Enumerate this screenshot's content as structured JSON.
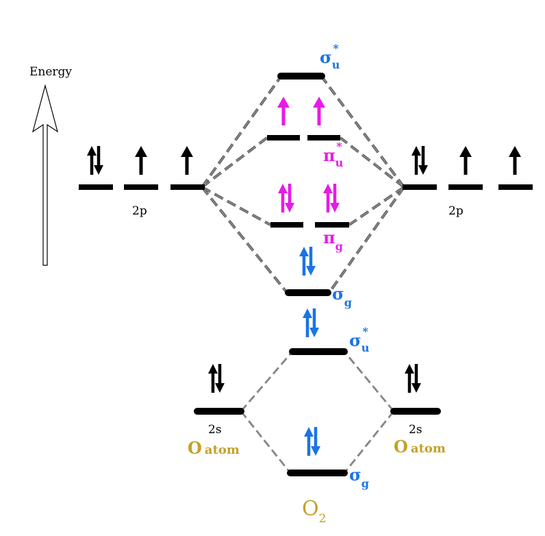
{
  "axis": {
    "label": "Energy"
  },
  "labels": {
    "left_2p": "2p",
    "right_2p": "2p",
    "left_2s": "2s",
    "right_2s": "2s",
    "left_atom_o": "O",
    "left_atom_word": "atom",
    "right_atom_o": "O",
    "right_atom_word": "atom",
    "molecule_o": "O",
    "molecule_sub": "2"
  },
  "orbitals": {
    "sigma_u_star_top": {
      "symbol": "σ",
      "sub": "u",
      "sup": "*"
    },
    "pi_u_star": {
      "symbol": "π",
      "sub": "u",
      "sup": "*"
    },
    "pi_g": {
      "symbol": "π",
      "sub": "g"
    },
    "sigma_g_2p": {
      "symbol": "σ",
      "sub": "g"
    },
    "sigma_u_star_2s": {
      "symbol": "σ",
      "sub": "u",
      "sup": "*"
    },
    "sigma_g_2s": {
      "symbol": "σ",
      "sub": "g"
    }
  },
  "colors": {
    "sigma": "#1a73e8",
    "pi": "#e81ae8",
    "atom": "#c2a227",
    "level": "#000000",
    "connector": "#555555"
  }
}
